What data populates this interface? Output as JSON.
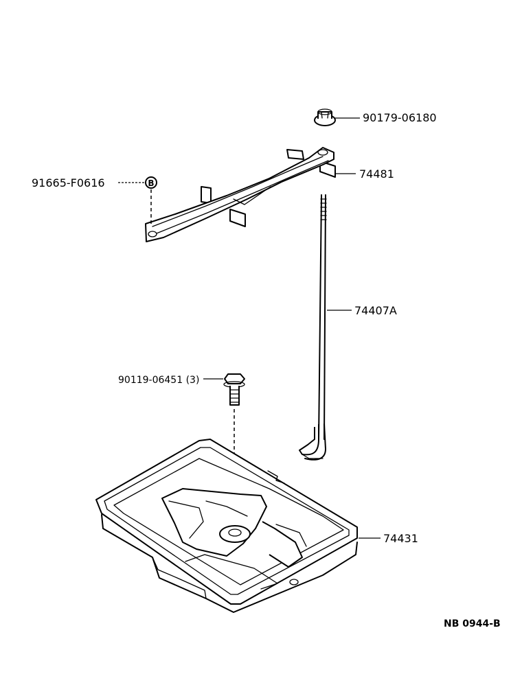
{
  "parts": {
    "nut": "90179-06180",
    "clip": "91665-F0616",
    "clip_symbol": "B",
    "hold_down": "74481",
    "rod": "74407A",
    "bolt": "90119-06451 (3)",
    "tray": "74431"
  },
  "drawing_code": "NB  0944-B"
}
